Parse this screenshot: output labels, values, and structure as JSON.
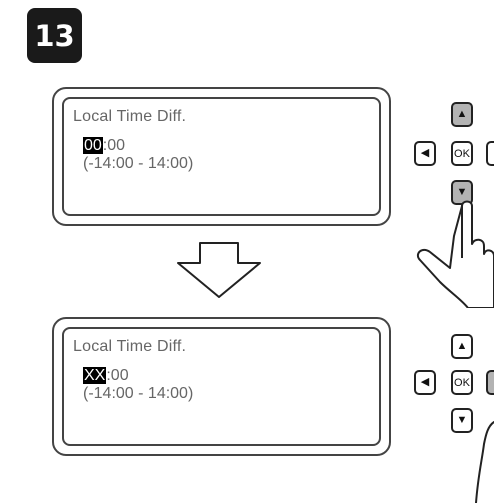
{
  "step": {
    "number": "13"
  },
  "panels": [
    {
      "title": "Local Time Diff.",
      "value_highlight": "00",
      "value_rest": ":00",
      "range": "(-14:00 - 14:00)"
    },
    {
      "title": "Local Time Diff.",
      "value_highlight": "XX",
      "value_rest": ":00",
      "range": "(-14:00 - 14:00)"
    }
  ],
  "buttons": {
    "up": "▲",
    "down": "▼",
    "left": "◀",
    "ok": "OK"
  }
}
